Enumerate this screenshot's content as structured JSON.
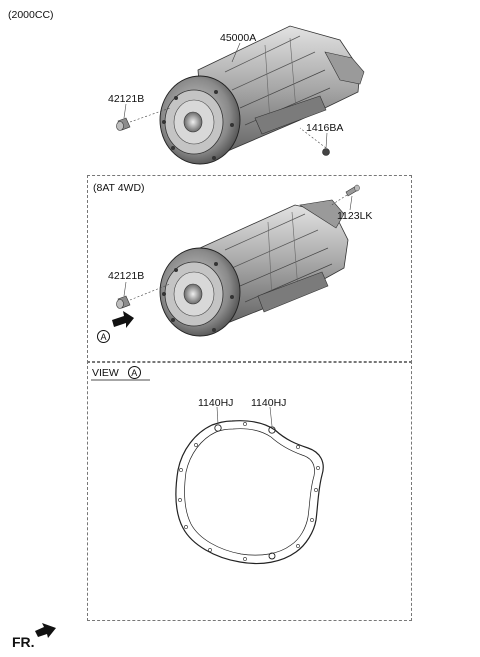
{
  "header": {
    "variant": "(2000CC)"
  },
  "top_assembly": {
    "part_transmission": "45000A",
    "part_bolt_front": "42121B",
    "part_plug": "1416BA"
  },
  "section_8at4wd": {
    "title": "(8AT 4WD)",
    "part_bolt_rear": "1123LK",
    "part_bolt_front": "42121B",
    "view_marker": "A"
  },
  "section_view": {
    "title": "VIEW",
    "marker": "A",
    "part_pin_left": "1140HJ",
    "part_pin_right": "1140HJ"
  },
  "footer": {
    "front_label": "FR."
  }
}
